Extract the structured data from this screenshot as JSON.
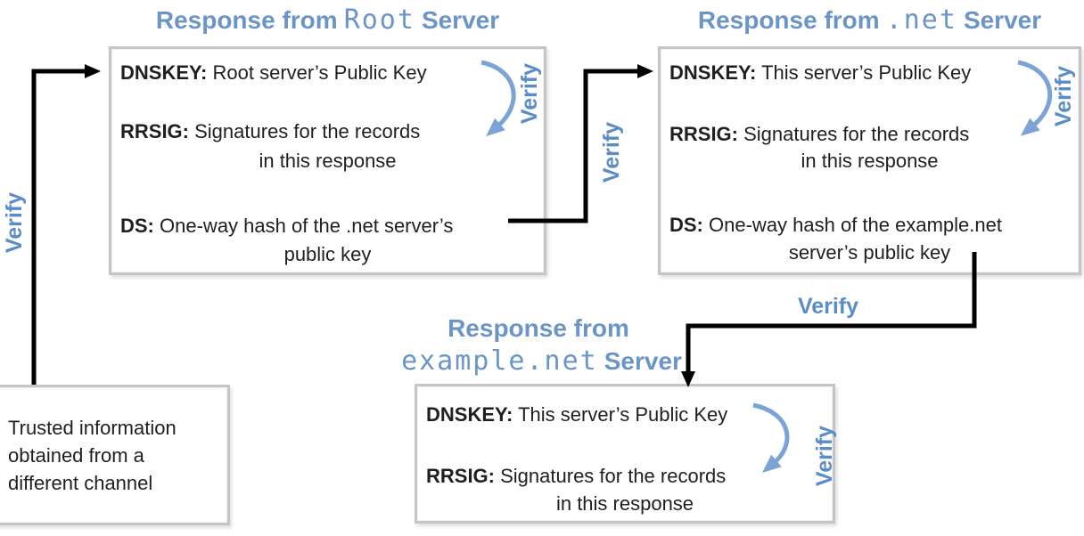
{
  "titles": {
    "root": {
      "prefix": "Response from",
      "mono": "Root",
      "suffix": "Server"
    },
    "net": {
      "prefix": "Response from",
      "mono": ".net",
      "suffix": "Server"
    },
    "example": {
      "line1": "Response from",
      "mono": "example.net",
      "suffix": "Server"
    }
  },
  "boxes": {
    "root": {
      "records": [
        {
          "label": "DNSKEY:",
          "line1": "Root server’s Public Key",
          "line2": ""
        },
        {
          "label": "RRSIG:",
          "line1": "Signatures for the records",
          "line2": "in this response"
        },
        {
          "label": "DS:",
          "line1": "One-way hash of the .net server’s",
          "line2": "public key"
        }
      ]
    },
    "net": {
      "records": [
        {
          "label": "DNSKEY:",
          "line1": "This server’s Public Key",
          "line2": ""
        },
        {
          "label": "RRSIG:",
          "line1": "Signatures for the records",
          "line2": "in this response"
        },
        {
          "label": "DS:",
          "line1": "One-way hash of the example.net",
          "line2": "server’s public key"
        }
      ]
    },
    "example": {
      "records": [
        {
          "label": "DNSKEY:",
          "line1": "This server’s Public Key",
          "line2": ""
        },
        {
          "label": "RRSIG:",
          "line1": "Signatures for the records",
          "line2": "in this response"
        }
      ]
    },
    "trusted": {
      "line1": "Trusted information",
      "line2": "obtained from a",
      "line3": "different channel"
    }
  },
  "verify_labels": {
    "left": "Verify",
    "mid": "Verify",
    "root_box": "Verify",
    "net_box": "Verify",
    "example_box": "Verify",
    "bottom": "Verify"
  },
  "colors": {
    "title_blue": "#6b94c7",
    "verify_blue": "#5a8cc7",
    "arrow_blue": "#7ba3d6",
    "line_black": "#000000",
    "box_border": "#c5c5c5",
    "text_black": "#1f1f1f"
  }
}
